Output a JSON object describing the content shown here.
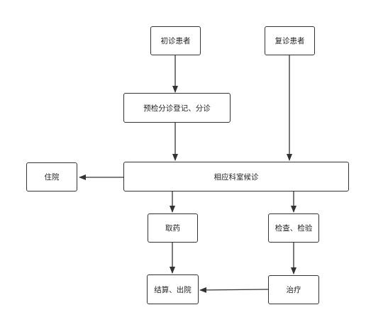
{
  "nodes": {
    "first_visit": "初诊患者",
    "return_visit": "复诊患者",
    "pre_check": "预检分诊登记、分诊",
    "department_wait": "相应科室候诊",
    "hospitalization": "住院",
    "medicine": "取药",
    "examination": "检查、检验",
    "treatment": "治疗",
    "settle_discharge": "结算、出院"
  }
}
